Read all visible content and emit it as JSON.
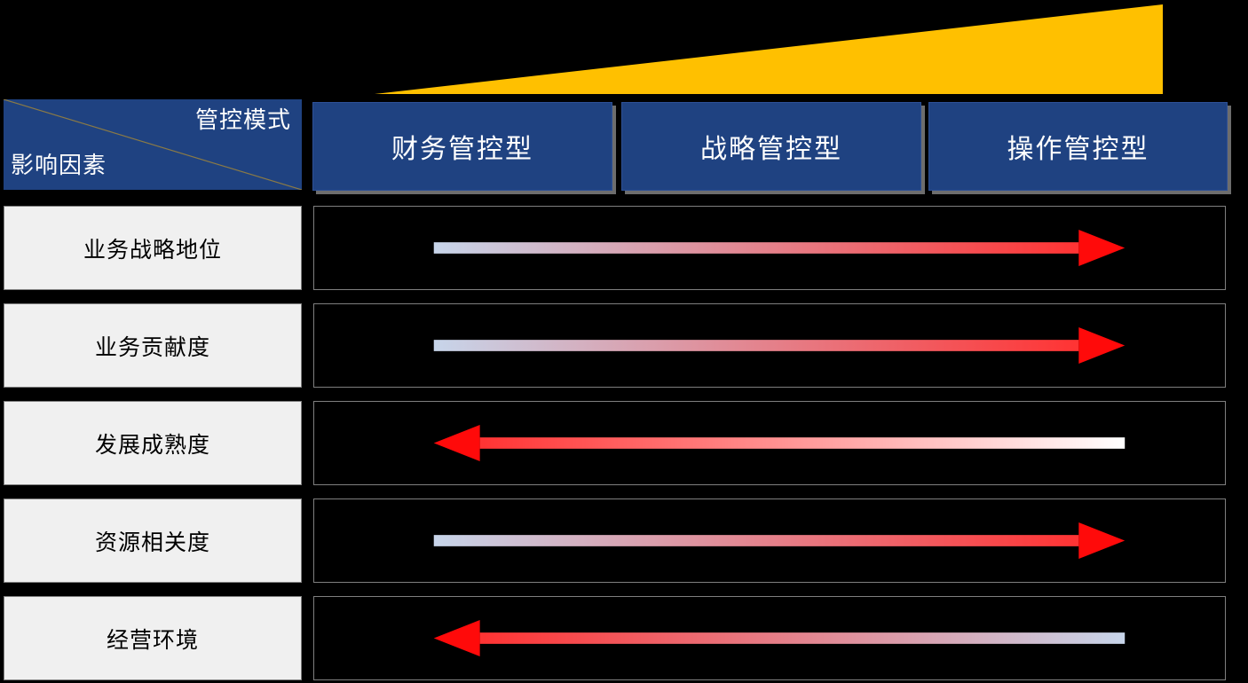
{
  "banner": {
    "name": "ascending-yellow-wedge",
    "color": "#FFC000",
    "meaning": "control-intensity-increases-left-to-right"
  },
  "header": {
    "corner": {
      "top_right_label": "管控模式",
      "bottom_left_label": "影响因素",
      "fill": "#1F4281",
      "text_color": "#FFFFFF"
    },
    "columns": [
      {
        "label": "财务管控型"
      },
      {
        "label": "战略管控型"
      },
      {
        "label": "操作管控型"
      }
    ]
  },
  "rows": [
    {
      "label": "业务战略地位",
      "arrow": {
        "direction": "right",
        "shaft_start_color": "#C7D5EA",
        "shaft_end_color": "#FF3333",
        "head_color": "#FF0A0A"
      }
    },
    {
      "label": "业务贡献度",
      "arrow": {
        "direction": "right",
        "shaft_start_color": "#C7D5EA",
        "shaft_end_color": "#FF3333",
        "head_color": "#FF0A0A"
      }
    },
    {
      "label": "发展成熟度",
      "arrow": {
        "direction": "left",
        "shaft_start_color": "#FF3333",
        "shaft_end_color": "#FFFFFF",
        "head_color": "#FF0A0A"
      }
    },
    {
      "label": "资源相关度",
      "arrow": {
        "direction": "right",
        "shaft_start_color": "#C7D5EA",
        "shaft_end_color": "#FF3333",
        "head_color": "#FF0A0A"
      }
    },
    {
      "label": "经营环境",
      "arrow": {
        "direction": "left",
        "shaft_start_color": "#FF3333",
        "shaft_end_color": "#C7D5EA",
        "head_color": "#FF0A0A"
      }
    }
  ],
  "colors": {
    "background": "#000000",
    "header_blue": "#1F4281",
    "row_label_gray": "#F0F0F0",
    "border_gray": "#7F7F7F",
    "accent_yellow": "#FFC000",
    "arrow_red": "#FF0A0A",
    "arrow_blue": "#C7D5EA"
  }
}
